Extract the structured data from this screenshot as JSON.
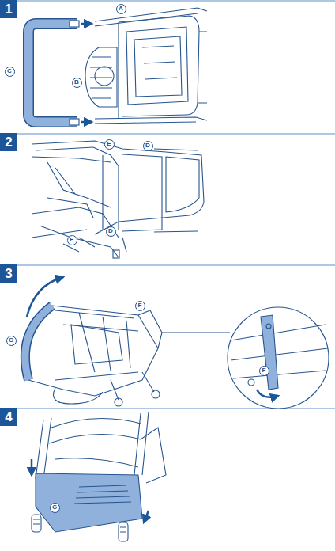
{
  "diagram": {
    "nodes": [
      {
        "text": [
          "1"
        ]
      },
      {
        "text": [
          "A"
        ]
      },
      {
        "text": [
          "C"
        ]
      },
      {
        "text": [
          "B"
        ]
      },
      {
        "text": [
          "2"
        ]
      },
      {
        "text": [
          "E"
        ]
      },
      {
        "text": [
          "D"
        ]
      },
      {
        "text": [
          "E"
        ]
      },
      {
        "text": [
          "D"
        ]
      },
      {
        "text": [
          "3"
        ]
      },
      {
        "text": [
          "C"
        ]
      },
      {
        "text": [
          "F"
        ]
      },
      {
        "text": [
          "F"
        ]
      },
      {
        "text": [
          "4"
        ]
      },
      {
        "text": [
          "G"
        ]
      }
    ]
  }
}
